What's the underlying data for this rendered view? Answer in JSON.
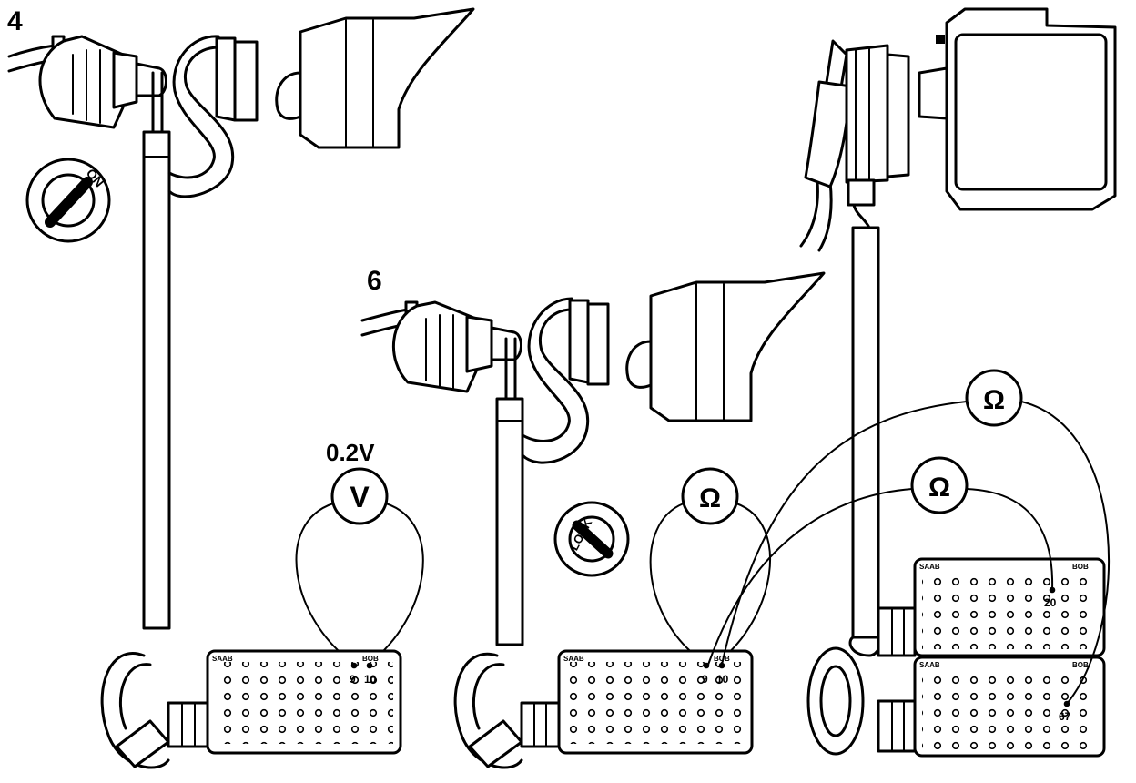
{
  "labels": {
    "step_4": "4",
    "step_6": "6",
    "voltage_reading": "0.2V",
    "voltmeter_symbol": "V",
    "ohmmeter_symbol": "Ω",
    "ignition_on": "ON",
    "ignition_lock": "LOCK",
    "box_brand": "SAAB",
    "box_code": "BOB"
  },
  "pins": {
    "panel_4": [
      "9",
      "10"
    ],
    "panel_6": [
      "9",
      "10"
    ],
    "panel_upper": "20",
    "panel_lower": "67"
  },
  "colors": {
    "ink": "#000000",
    "paper": "#ffffff"
  },
  "icons": [
    "ignition-key-icon",
    "voltmeter-icon",
    "ohmmeter-icon",
    "connector-icon",
    "breakout-box-icon"
  ]
}
